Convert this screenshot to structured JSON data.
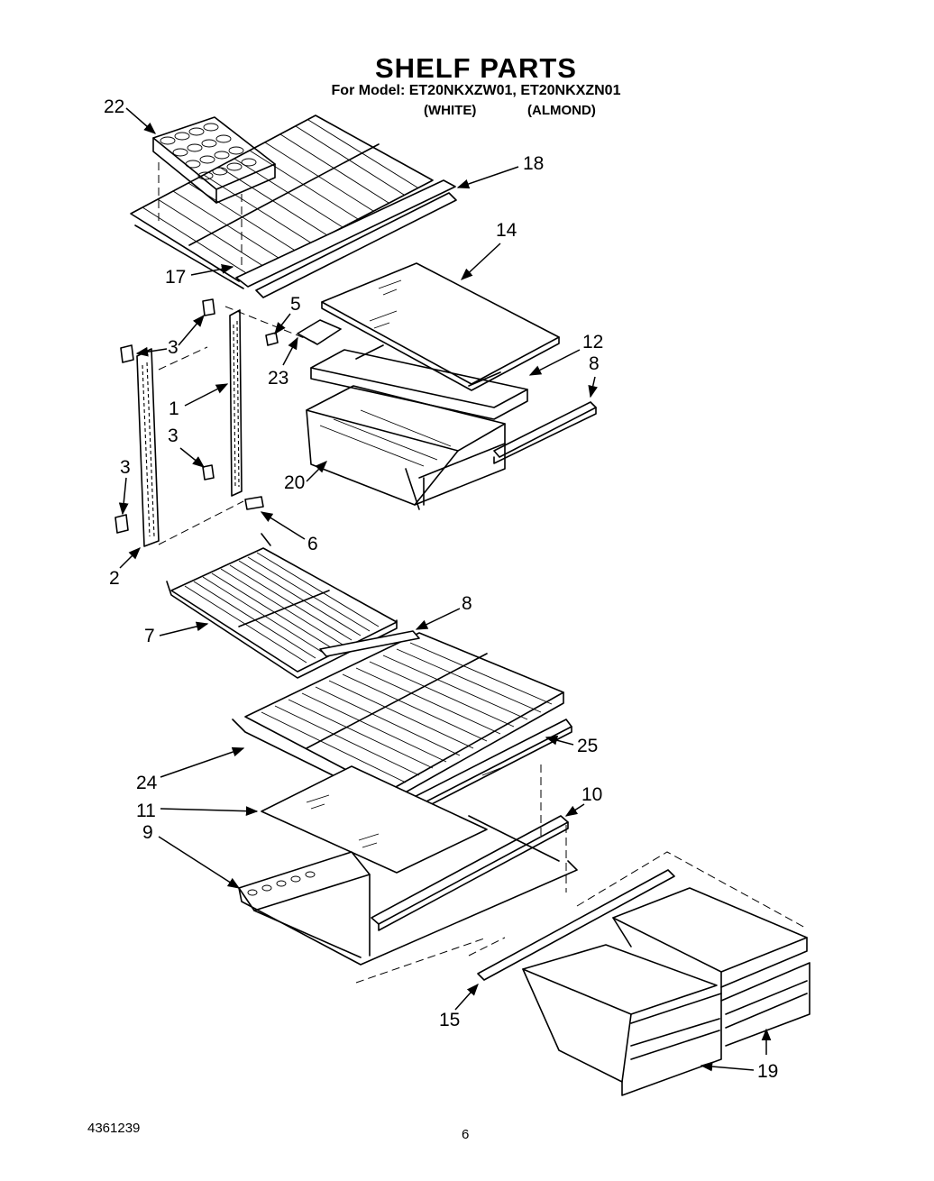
{
  "header": {
    "title": "SHELF PARTS",
    "model_line": "For Model: ET20NKXZW01, ET20NKXZN01",
    "color_white": "(WHITE)",
    "color_almond": "(ALMOND)"
  },
  "callouts": {
    "c22": "22",
    "c18": "18",
    "c17": "17",
    "c14": "14",
    "c5": "5",
    "c3a": "3",
    "c23": "23",
    "c12": "12",
    "c8a": "8",
    "c1": "1",
    "c3b": "3",
    "c3c": "3",
    "c20": "20",
    "c6": "6",
    "c2": "2",
    "c7": "7",
    "c8b": "8",
    "c25": "25",
    "c24": "24",
    "c10": "10",
    "c11": "11",
    "c9": "9",
    "c15": "15",
    "c19": "19"
  },
  "footer": {
    "doc_number": "4361239",
    "page_number": "6"
  }
}
